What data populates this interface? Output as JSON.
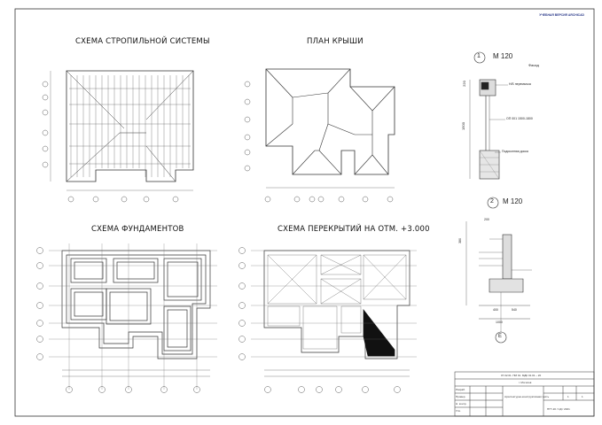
{
  "header": {
    "brand": "УЧЕБНАЯ ВЕРСИЯ ARCHICAD"
  },
  "drawings": {
    "rafters": {
      "title": "СХЕМА СТРОПИЛЬНОЙ СИСТЕМЫ"
    },
    "roof_plan": {
      "title": "ПЛАН КРЫШИ"
    },
    "foundations": {
      "title": "СХЕМА ФУНДАМЕНТОВ"
    },
    "floors": {
      "title": "СХЕМА ПЕРЕКРЫТИЙ НА ОТМ. +3.000"
    }
  },
  "node1": {
    "number": "1",
    "scale": "М 120",
    "note": "Фасад",
    "dims": [
      "220",
      "1500"
    ],
    "labels": [
      "Н/Б перемычка",
      "ОП 001 1500-1800",
      "Подоконная доска"
    ]
  },
  "node2": {
    "number": "2",
    "scale": "М 120",
    "dims": [
      "200",
      "380",
      "400",
      "540",
      "1000"
    ],
    "axis": "Е"
  },
  "stamp": {
    "code": "07.02.01. ПМ 01. МДК 01.01 – 20",
    "city": "г. Могилев",
    "sheet_title": "Архитектурно-конструктивная часть",
    "sheet_no": "1",
    "sheets": "1",
    "group": "ПГТ-20 / СД / 2021",
    "rows": [
      "Разраб.",
      "Провер.",
      "Н. контр.",
      "Утв."
    ]
  },
  "colors": {
    "line": "#222222",
    "brand": "#2b3a8a",
    "fill": "#111111"
  }
}
